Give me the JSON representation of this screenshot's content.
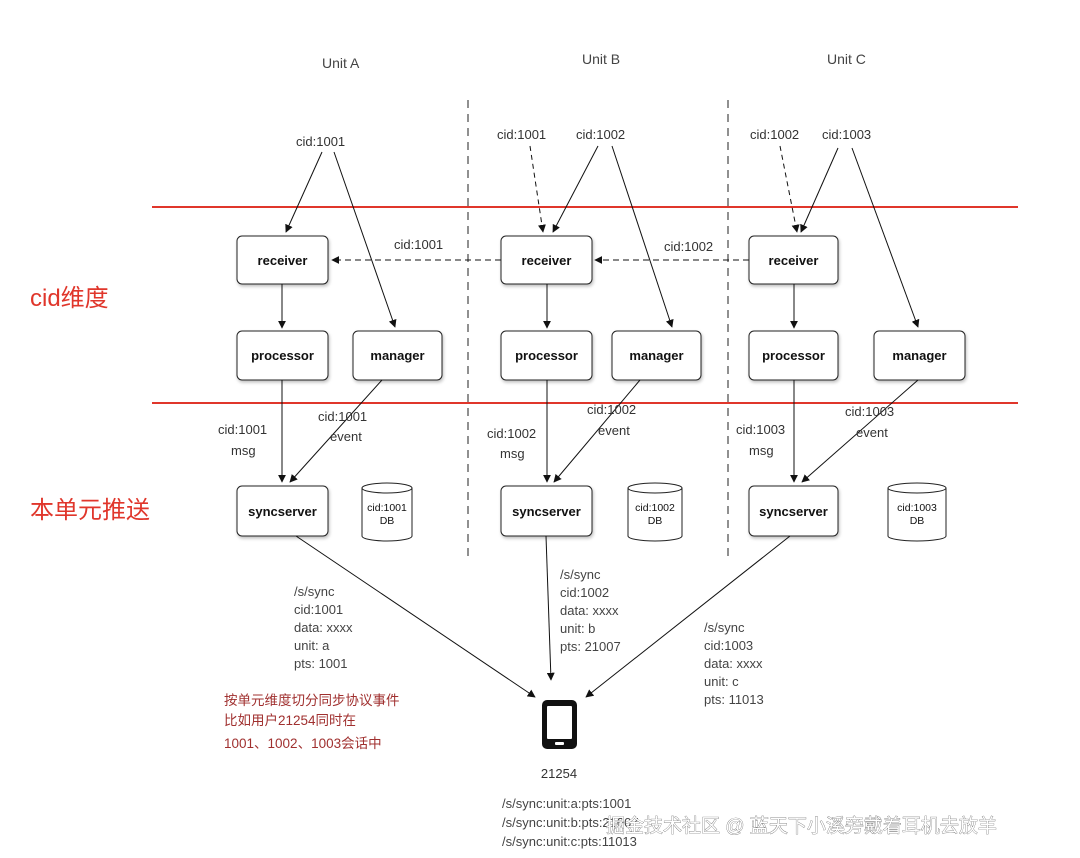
{
  "units": [
    "Unit  A",
    "Unit  B",
    "Unit  C"
  ],
  "side_labels": {
    "cid_dimension": "cid维度",
    "local_push": "本单元推送"
  },
  "nodes": {
    "receiver": "receiver",
    "processor": "processor",
    "manager": "manager",
    "syncserver": "syncserver"
  },
  "unit_a": {
    "incoming": [
      "cid:1001"
    ],
    "forward_label": "cid:1001",
    "msg": [
      "cid:1001",
      "msg"
    ],
    "event": [
      "cid:1001",
      "event"
    ],
    "db": [
      "cid:1001",
      "DB"
    ],
    "sync": [
      "/s/sync",
      "cid:1001",
      "data: xxxx",
      "unit: a",
      "pts: 1001"
    ]
  },
  "unit_b": {
    "incoming": [
      "cid:1001",
      "cid:1002"
    ],
    "forward_label": "cid:1002",
    "msg": [
      "cid:1002",
      "msg"
    ],
    "event": [
      "cid:1002",
      "event"
    ],
    "db": [
      "cid:1002",
      "DB"
    ],
    "sync": [
      "/s/sync",
      "cid:1002",
      "data: xxxx",
      "unit: b",
      "pts: 21007"
    ]
  },
  "unit_c": {
    "incoming": [
      "cid:1002",
      "cid:1003"
    ],
    "msg": [
      "cid:1003",
      "msg"
    ],
    "event": [
      "cid:1003",
      "event"
    ],
    "db": [
      "cid:1003",
      "DB"
    ],
    "sync": [
      "/s/sync",
      "cid:1003",
      "data: xxxx",
      "unit: c",
      "pts: 11013"
    ]
  },
  "note": [
    "按单元维度切分同步协议事件",
    "比如用户21254同时在",
    "1001、1002、1003会话中"
  ],
  "device": {
    "user_id": "21254"
  },
  "client_state": [
    "/s/sync:unit:a:pts:1001",
    "/s/sync:unit:b:pts:21007",
    "/s/sync:unit:c:pts:11013"
  ],
  "watermark": "掘金技术社区 @ 蓝天下小溪旁戴着耳机去放羊",
  "colors": {
    "divider": "#e0362b",
    "note": "#a0302f"
  }
}
